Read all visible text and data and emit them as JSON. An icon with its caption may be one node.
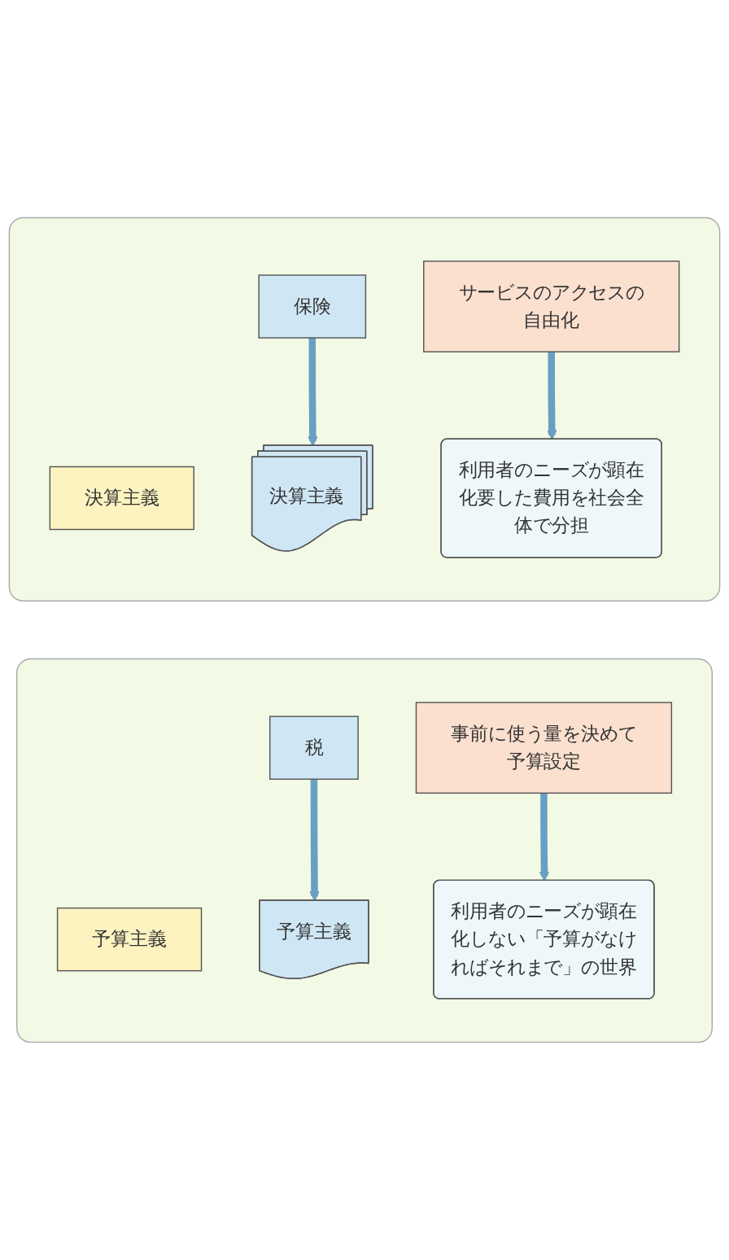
{
  "diagram": {
    "nodes": [
      {
        "text": [],
        "shape": "box"
      },
      {
        "text": [
          "予算主義"
        ],
        "in": 0
      },
      {
        "text": [
          "税"
        ],
        "in": 0
      },
      {
        "text": [
          "予算主義"
        ],
        "in": 0
      },
      {
        "text": [
          "事前に使う量を決めて予算設定"
        ],
        "in": 0
      },
      {
        "text": [
          "利用者のニーズが顕在化しない「予算がなければそれまで」の世界"
        ],
        "in": 0
      },
      {
        "text": [],
        "shape": "box"
      },
      {
        "text": [
          "決算主義"
        ],
        "in": 6
      },
      {
        "text": [
          "保険"
        ],
        "in": 6
      },
      {
        "text": [
          "決算主義"
        ],
        "in": 6
      },
      {
        "text": [
          "サービスのアクセスの自由化"
        ],
        "in": 6
      },
      {
        "text": [
          "利用者のニーズが顕在化要した費用を社会全体で分担"
        ],
        "in": 6
      }
    ],
    "edges": [
      {
        "from": 2,
        "to": 3,
        "arrow": "to"
      },
      {
        "from": 4,
        "to": 5,
        "arrow": "to"
      },
      {
        "from": 8,
        "to": 9,
        "arrow": "to"
      },
      {
        "from": 10,
        "to": 11,
        "arrow": "to"
      }
    ]
  }
}
